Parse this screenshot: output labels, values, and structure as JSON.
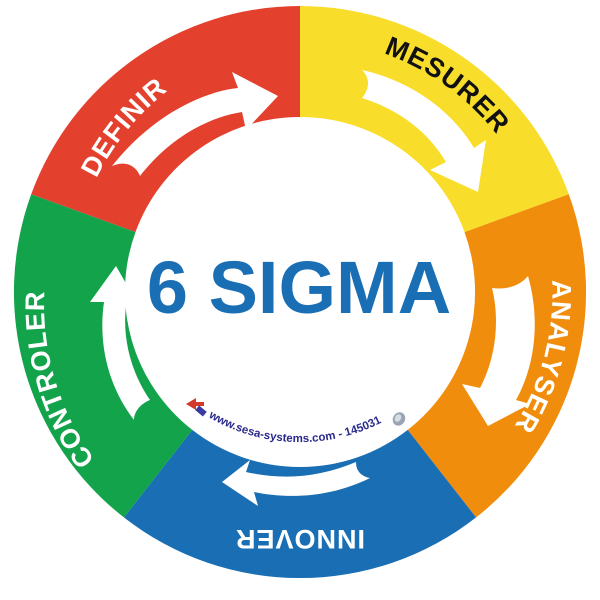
{
  "title": "6 SIGMA",
  "footer_url": "www.sesa-systems.com - 145031",
  "colors": {
    "definir": "#e4402e",
    "mesurer": "#f9dd2b",
    "analyser": "#f18d0c",
    "innover": "#1a6fb4",
    "controler": "#12a34b",
    "title": "#1a6fb4",
    "url": "#2a2a8c"
  },
  "segments": [
    {
      "label": "DEFINIR",
      "color": "#e4402e",
      "text_color": "#ffffff",
      "arrow": "arrow-clockwise"
    },
    {
      "label": "MESURER",
      "color": "#f9dd2b",
      "text_color": "#111111",
      "arrow": "arrow-clockwise"
    },
    {
      "label": "ANALYSER",
      "color": "#f18d0c",
      "text_color": "#ffffff",
      "arrow": "arrow-clockwise"
    },
    {
      "label": "INNOVER",
      "color": "#1a6fb4",
      "text_color": "#ffffff",
      "arrow": "arrow-clockwise"
    },
    {
      "label": "CONTROLER",
      "color": "#12a34b",
      "text_color": "#ffffff",
      "arrow": "arrow-clockwise"
    }
  ]
}
